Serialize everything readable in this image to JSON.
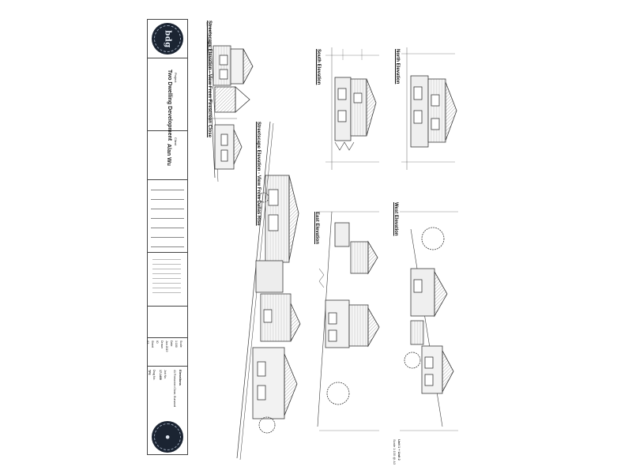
{
  "title_block": {
    "project_label": "Project",
    "project_name": "Two Dwelling Development",
    "client_label": "Client",
    "client_name": "Alan Wu",
    "logo_text": "bdg",
    "drawing_title": "Elevations",
    "address": "41 Firescreen Close, Burwood",
    "scale_label": "Scale",
    "scale_value": "1:100",
    "date_label": "Date",
    "date_value": "Jan 2019",
    "drawn_label": "Drawn",
    "drawn_value": "IO",
    "sheet_label": "Sheet",
    "sheet_value": "A3",
    "job_label": "Job No.",
    "job_value": "17-1409",
    "dwg_label": "Dwg No.",
    "dwg_value": "TP5"
  },
  "drawings": {
    "streetscape_1": "Streetscape Elevation - View From Firescreen Close",
    "streetscape_2": "Streetscape Elevation - View From Dallas Rise",
    "south": "South Elevation",
    "north": "North Elevation",
    "east": "East Elevation",
    "west": "West Elevation",
    "unit_label": "Unit 1 + Unit 2",
    "scale_note": "Scale 1:100 @ A3"
  },
  "colors": {
    "ink": "#3a3a3a",
    "hatch": "#8a8a8a",
    "logo": "#1b2432"
  }
}
